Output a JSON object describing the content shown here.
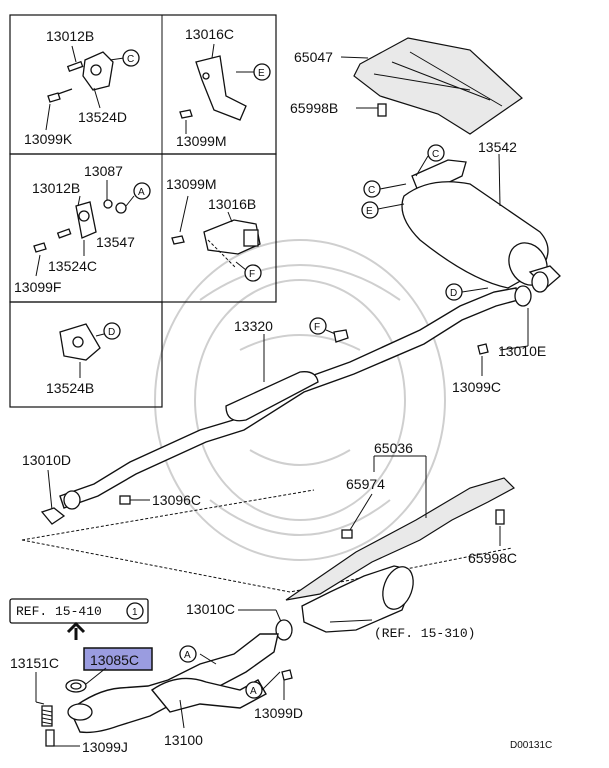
{
  "inset_panels": {
    "panel_1": {
      "part_a": "13012B",
      "part_b": "13524D",
      "part_c": "13099K",
      "marker": "C"
    },
    "panel_2": {
      "part_a": "13016C",
      "part_b": "13099M",
      "marker": "E"
    },
    "panel_3": {
      "part_a": "13087",
      "part_b": "13012B",
      "part_c": "13547",
      "part_d": "13524C",
      "part_e": "13099F",
      "marker": "A"
    },
    "panel_4": {
      "part_a": "13099M",
      "part_b": "13016B",
      "marker": "F"
    },
    "panel_5": {
      "part_a": "13524B",
      "marker": "D"
    }
  },
  "parts": {
    "heat_shield_rear": "65047",
    "bolt_rear_shield": "65998B",
    "muffler": "13542",
    "center_pipe": "13320",
    "gasket_rear": "13010E",
    "bolt_rear": "13099C",
    "gasket_front_center": "13010D",
    "nut_center": "13096C",
    "heat_shield_front": "65036",
    "clip_shield": "65974",
    "bolt_front_shield": "65998C",
    "gasket_cat": "13010C",
    "spring": "13151C",
    "gasket_manifold": "13085C",
    "front_pipe": "13100",
    "bolt_front": "13099J",
    "bolt_bracket": "13099D"
  },
  "references": {
    "ref_manifold": "REF. 15-410",
    "ref_manifold_num": "1",
    "ref_catalyst": "(REF. 15-310)"
  },
  "markers": {
    "c": "C",
    "e": "E",
    "d": "D",
    "f": "F",
    "a": "A"
  },
  "diagram_code": "D00131C",
  "highlight_color": "#9a9ce0"
}
